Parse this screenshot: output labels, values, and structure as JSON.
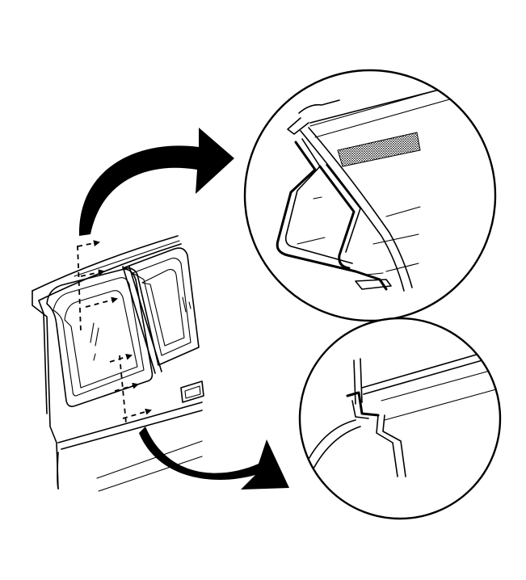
{
  "diagram": {
    "subject": "door-glass-weatherstrip-installation",
    "callouts": [
      "upper-window-channel-detail",
      "lower-belt-molding-detail"
    ],
    "colors": {
      "ink": "#000000",
      "paper": "#ffffff",
      "shade": "#6b6b6b"
    }
  }
}
